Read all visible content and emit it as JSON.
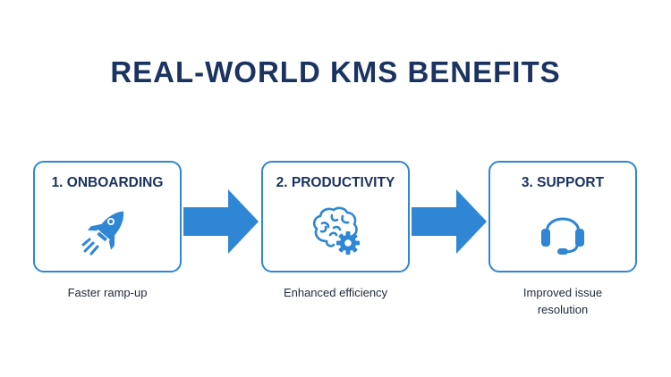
{
  "title": "REAL-WORLD KMS BENEFITS",
  "colors": {
    "accent": "#2e86d4",
    "title": "#1a3361",
    "text": "#1e2a3a"
  },
  "steps": [
    {
      "label": "1. ONBOARDING",
      "caption": "Faster ramp-up",
      "icon": "rocket-icon"
    },
    {
      "label": "2. PRODUCTIVITY",
      "caption": "Enhanced efficiency",
      "icon": "brain-gear-icon"
    },
    {
      "label": "3. SUPPORT",
      "caption": "Improved issue resolution",
      "icon": "headset-icon"
    }
  ]
}
